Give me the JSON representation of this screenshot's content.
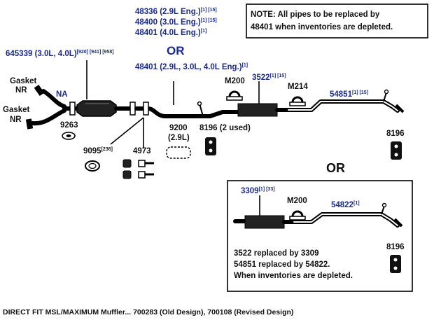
{
  "top_part_numbers": [
    {
      "number": "48336",
      "spec": "(2.9L Eng.)",
      "refs": "[1] [15]"
    },
    {
      "number": "48400",
      "spec": "(3.0L Eng.)",
      "refs": "[1] [15]"
    },
    {
      "number": "48401",
      "spec": "(4.0L Eng.)",
      "refs": "[1]"
    }
  ],
  "or_label_top": "OR",
  "alt_part": {
    "number": "48401",
    "spec": "(2.9L, 3.0L, 4.0L Eng.)",
    "refs": "[1]"
  },
  "note": {
    "line1": "NOTE: All pipes to be replaced by",
    "line2": "48401 when inventories are depleted."
  },
  "left_part": {
    "number": "645339",
    "spec": "(3.0L, 4.0L)",
    "refs": "[920] [941] [958]"
  },
  "labels": {
    "gasket_a": "Gasket",
    "nr_a": "NR",
    "gasket_b": "Gasket",
    "nr_b": "NR",
    "na": "NA",
    "p9263": "9263",
    "p9095": "9095",
    "p9095_ref": "[236]",
    "p4973": "4973",
    "p9200": "9200",
    "p9200_spec": "(2.9L)",
    "p8196_used": "8196 (2 used)",
    "m200": "M200",
    "p3522": "3522",
    "p3522_ref": "[1] [15]",
    "m214": "M214",
    "p54851": "54851",
    "p54851_ref": "[1] [15]",
    "p8196_right": "8196"
  },
  "or_label_mid": "OR",
  "inset": {
    "p3309": "3309",
    "p3309_ref": "[1] [33]",
    "m200": "M200",
    "p54822": "54822",
    "p54822_ref": "[1]",
    "p8196": "8196",
    "note1": "3522 replaced by 3309",
    "note2": "54851 replaced by 54822.",
    "note3": "When inventories are depleted."
  },
  "caption": "DIRECT FIT MSL/MAXIMUM Muffler... 700283 (Old Design), 700108 (Revised Design)"
}
